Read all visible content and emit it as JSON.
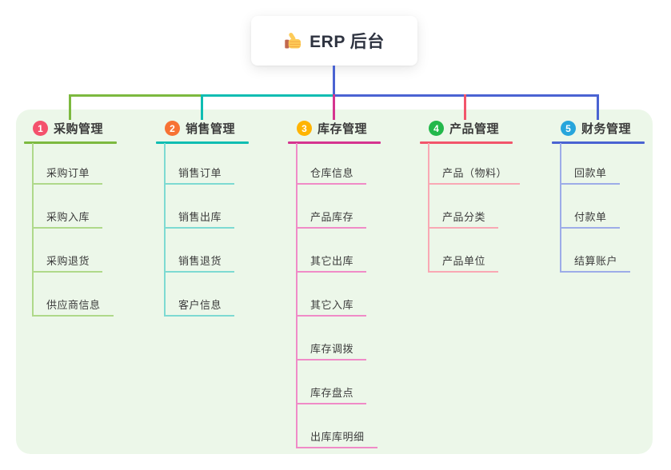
{
  "root": {
    "label": "ERP 后台",
    "icon": "thumbs-up-icon"
  },
  "panel": {
    "background": "#ECF7E9"
  },
  "connector": {
    "root_line_color": "#4A63D2"
  },
  "branches": [
    {
      "badge": "1",
      "badge_color": "#F4516C",
      "color": "#7CB93F",
      "light_color": "#AFD98A",
      "label": "采购管理",
      "children": [
        "采购订单",
        "采购入库",
        "采购退货",
        "供应商信息"
      ]
    },
    {
      "badge": "2",
      "badge_color": "#F77234",
      "color": "#0FBDB2",
      "light_color": "#7DDAD2",
      "label": "销售管理",
      "children": [
        "销售订单",
        "销售出库",
        "销售退货",
        "客户信息"
      ]
    },
    {
      "badge": "3",
      "badge_color": "#FFB402",
      "color": "#D5348F",
      "light_color": "#F08BC7",
      "label": "库存管理",
      "children": [
        "仓库信息",
        "产品库存",
        "其它出库",
        "其它入库",
        "库存调拨",
        "库存盘点",
        "出库库明细"
      ]
    },
    {
      "badge": "4",
      "badge_color": "#23B84B",
      "color": "#F2556B",
      "light_color": "#F9A8B4",
      "label": "产品管理",
      "children": [
        "产品（物料）",
        "产品分类",
        "产品单位"
      ]
    },
    {
      "badge": "5",
      "badge_color": "#27A5DC",
      "color": "#4A63D2",
      "light_color": "#9DACE8",
      "label": "财务管理",
      "children": [
        "回款单",
        "付款单",
        "结算账户"
      ]
    }
  ]
}
